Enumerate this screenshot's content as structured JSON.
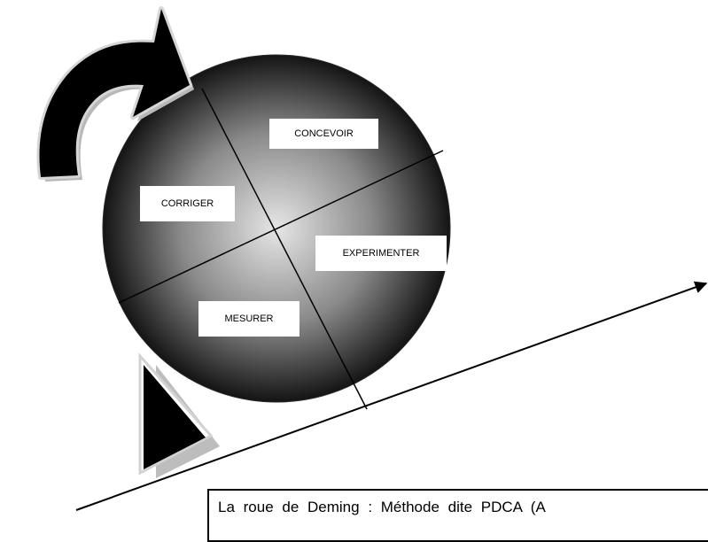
{
  "diagram": {
    "quadrants": {
      "concevoir": "CONCEVOIR",
      "corriger": "CORRIGER",
      "experimenter": "EXPERIMENTER",
      "mesurer": "MESURER"
    }
  },
  "caption": {
    "text": "La roue de Deming : Méthode dite PDCA (A"
  },
  "colors": {
    "wheel_center": "#e6e6e6",
    "wheel_edge": "#141414",
    "arrow_fill": "#000000",
    "arrow_outline": "#dcdcdc"
  }
}
